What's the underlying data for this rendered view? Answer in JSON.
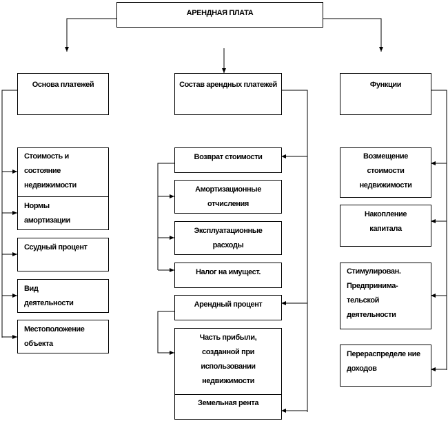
{
  "title": "АРЕНДНАЯ ПЛАТА",
  "columns": {
    "basis": {
      "heading": "Основа платежей",
      "items": [
        "Стоимость и состояние недвижимости",
        "Нормы амортизации",
        "Ссудный процент",
        "Вид деятельности",
        "Местоположение объекта"
      ]
    },
    "composition": {
      "heading": "Состав арендных платежей",
      "groups": [
        {
          "label": "Возврат стоимости",
          "items": [
            "Амортизационные отчисления",
            "Эксплуатационные расходы",
            "Налог на имущест."
          ]
        },
        {
          "label": "Арендный процент",
          "items": [
            "Часть прибыли, созданной при использовании недвижимости"
          ]
        }
      ],
      "extra": "Земельная рента"
    },
    "functions": {
      "heading": "Функции",
      "items": [
        "Возмещение стоимости недвижимости",
        "Накопление капитала",
        "Стимулирован. Предпринима-тельской деятельности",
        "Перераспределе ние доходов"
      ]
    }
  }
}
